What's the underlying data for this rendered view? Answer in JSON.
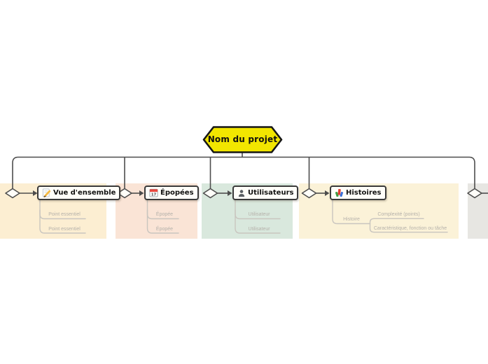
{
  "root": {
    "label": "Nom du projet",
    "fill_color": "#f2e600",
    "border_color": "#161616"
  },
  "connector_color": "#4d4d4d",
  "child_line_color": "#c9c5bf",
  "branches": [
    {
      "label": "Vue d'ensemble",
      "icon": "memo-icon",
      "bg_color": "#fceed2",
      "children": [
        "Point essentiel",
        "Point essentiel"
      ]
    },
    {
      "label": "Épopées",
      "icon": "calendar-icon",
      "calendar_day": "17",
      "bg_color": "#fae4d6",
      "children": [
        "Épopée",
        "Épopée"
      ]
    },
    {
      "label": "Utilisateurs",
      "icon": "user-icon",
      "bg_color": "#d9e8dd",
      "children": [
        "Utilisateur",
        "Utilisateur"
      ]
    },
    {
      "label": "Histoires",
      "icon": "books-icon",
      "bg_color": "#fbf2d8",
      "children": [
        {
          "label": "Histoire",
          "children": [
            "Complexité (points)",
            "Caractéristique, fonction ou tâche"
          ]
        }
      ]
    },
    {
      "label": "",
      "icon": "",
      "bg_color": "#e7e6e2",
      "partial": true
    }
  ]
}
